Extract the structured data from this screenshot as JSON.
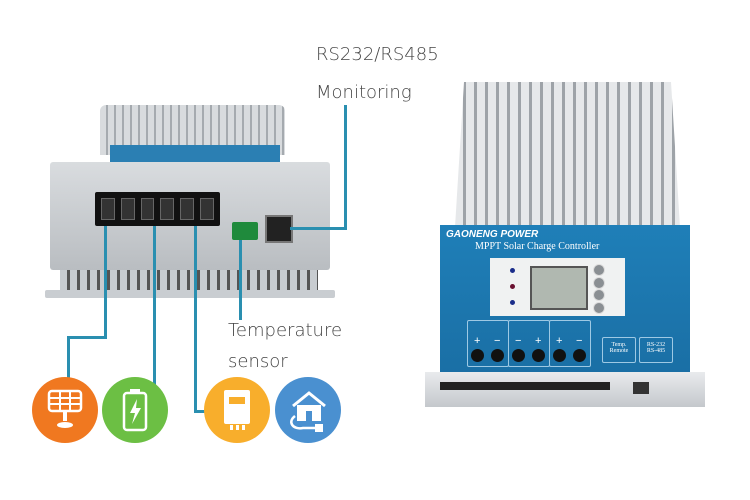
{
  "labels": {
    "rs": "RS232/RS485",
    "monitoring": "Monitoring",
    "temperature": "Temperature",
    "sensor": "sensor"
  },
  "product": {
    "brand": "GAONENG POWER",
    "title": "MPPT Solar Charge Controller",
    "temp_remote": [
      "Temp.",
      "Remote"
    ],
    "rs_port": [
      "RS-232",
      "RS-485"
    ],
    "plus": "+",
    "minus": "−"
  },
  "icons": [
    {
      "name": "solar-panel-icon",
      "color": "#f07820"
    },
    {
      "name": "battery-icon",
      "color": "#6cbf44"
    },
    {
      "name": "meter-icon",
      "color": "#f8ae2c"
    },
    {
      "name": "house-plug-icon",
      "color": "#4a90d0"
    }
  ],
  "colors": {
    "line": "#2a8fb0",
    "panel": "#1f7fb8"
  }
}
